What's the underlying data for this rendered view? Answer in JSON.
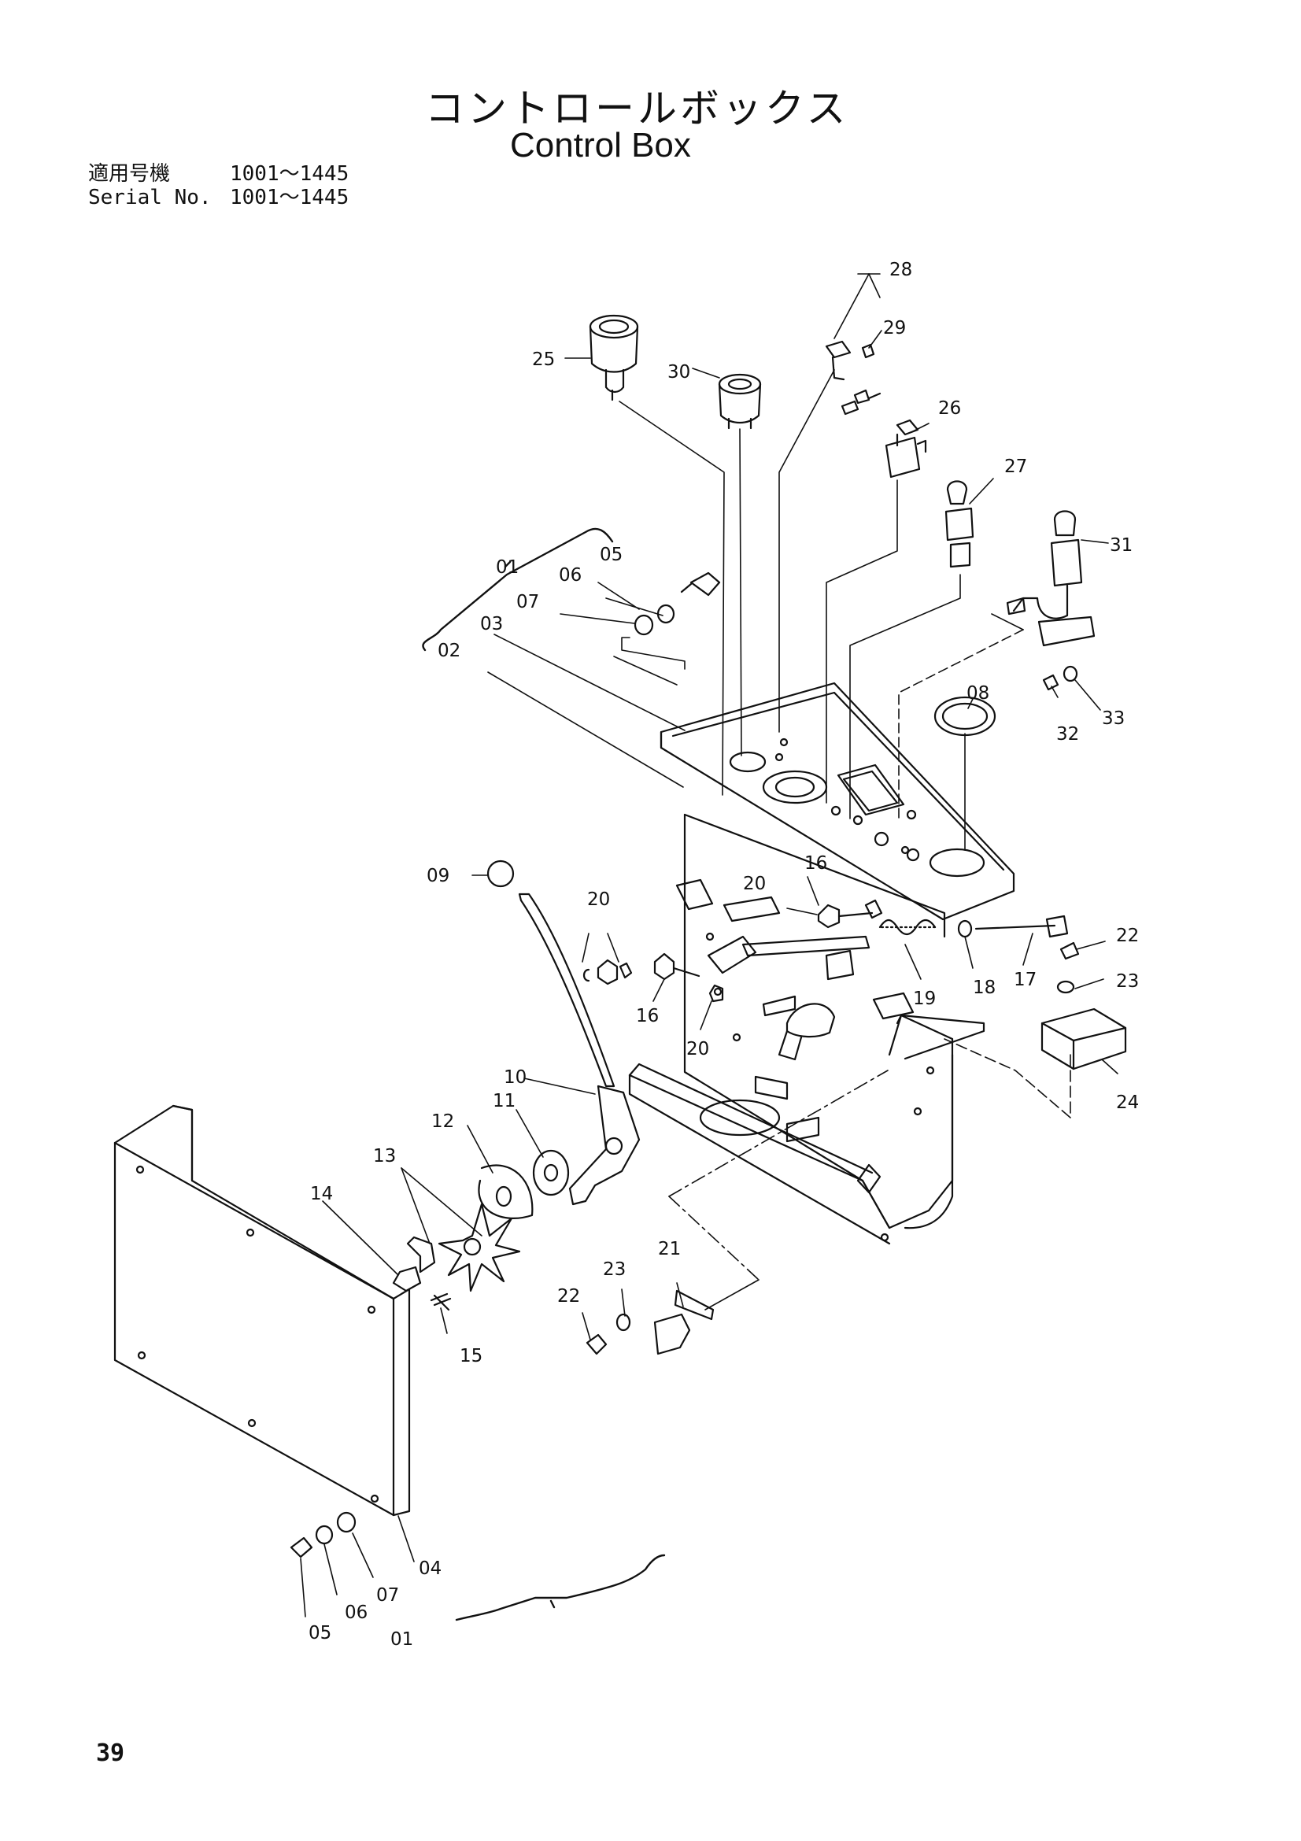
{
  "header": {
    "title_jp": "コントロールボックス",
    "title_en": "Control Box",
    "serial_label_jp": "適用号機",
    "serial_value_jp": "1001～1445",
    "serial_label_en": "Serial No.",
    "serial_value_en": "1001～1445"
  },
  "callouts": {
    "c01a": "01",
    "c02": "02",
    "c03": "03",
    "c05a": "05",
    "c06a": "06",
    "c07a": "07",
    "c08": "08",
    "c09": "09",
    "c10": "10",
    "c11": "11",
    "c12": "12",
    "c13": "13",
    "c14": "14",
    "c15": "15",
    "c16a": "16",
    "c16b": "16",
    "c17": "17",
    "c18": "18",
    "c19": "19",
    "c20a": "20",
    "c20b": "20",
    "c20c": "20",
    "c21": "21",
    "c22a": "22",
    "c22b": "22",
    "c23a": "23",
    "c23b": "23",
    "c24": "24",
    "c25": "25",
    "c26": "26",
    "c27": "27",
    "c28": "28",
    "c29": "29",
    "c30": "30",
    "c31": "31",
    "c32": "32",
    "c33": "33",
    "c04": "04",
    "c05b": "05",
    "c06b": "06",
    "c07b": "07",
    "c01b": "01"
  },
  "footer": {
    "page_number": "39"
  }
}
